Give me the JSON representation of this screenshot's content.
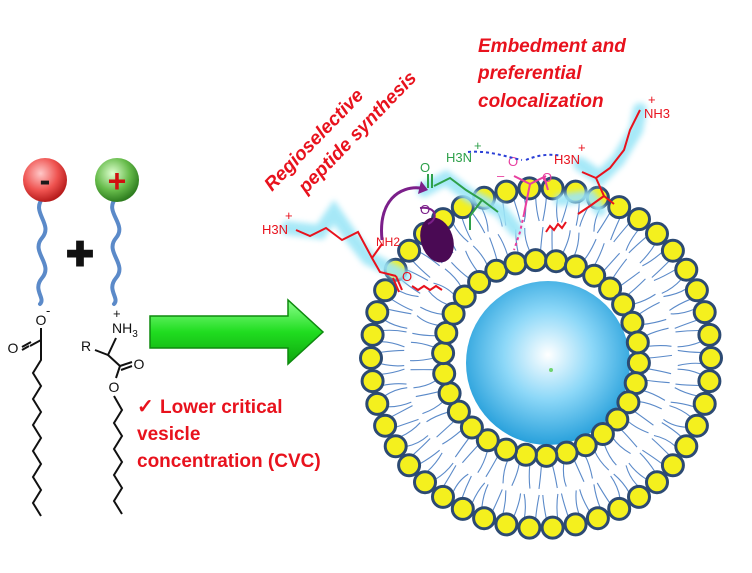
{
  "labels": {
    "minus_sign": "-",
    "plus_sign": "+",
    "combine_sign": "✚",
    "regioselective_line1": "Regioselective",
    "regioselective_line2": "peptide synthesis",
    "embedment_line1": "Embedment and",
    "embedment_line2": "preferential",
    "embedment_line3": "colocalization",
    "check_mark": "✓",
    "cvc_line1": "Lower critical",
    "cvc_line2": "vesicle",
    "cvc_line3": "concentration (CVC)"
  },
  "chem": {
    "carboxylate_o": "O",
    "carboxylate_minus": "-",
    "carbonyl_o": "O",
    "ammonium": "NH",
    "ammonium_sub": "3",
    "ammonium_plus": "+",
    "r_group": "R",
    "ester_o1": "O",
    "ester_o2": "O",
    "left_amine": "H3N",
    "left_amine_plus": "+",
    "nh2": "NH2",
    "green_amine": "H3N",
    "green_amine_plus": "+",
    "right_amine": "H3N",
    "right_amine_plus": "+",
    "top_amine": "NH3",
    "top_amine_plus": "+",
    "peptide_o": "O",
    "ring_o": "O",
    "pink_o": "O",
    "pink_minus": "–"
  },
  "colors": {
    "anion_head": "#e53935",
    "cation_head": "#55b93a",
    "tail": "#5b8ac9",
    "bead": "#f4f01e",
    "bead_outline": "#2c4a73",
    "arrow": "#22dd33",
    "label_red": "#e8121d",
    "glow": "#9de6f7",
    "core": "#37b4e8"
  }
}
